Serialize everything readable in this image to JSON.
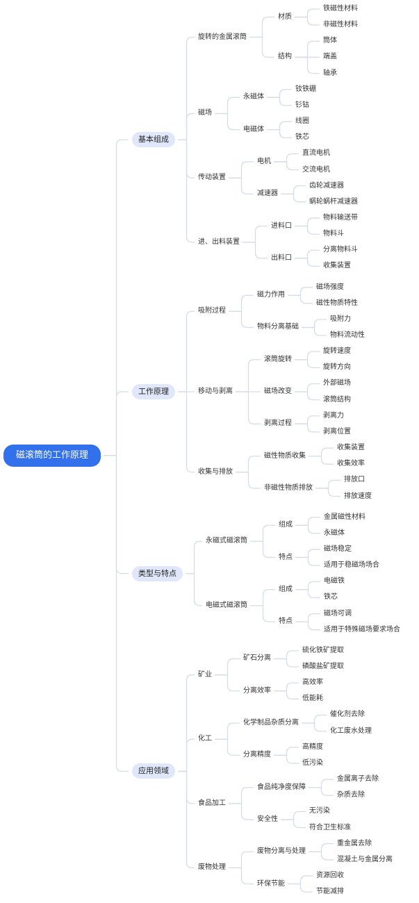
{
  "colors": {
    "root_bg": "#3370eb",
    "branch_bg": "#e0e7fb",
    "line": "#d6dce8"
  },
  "root": {
    "label": "磁滚筒的工作原理",
    "children": [
      {
        "label": "基本组成",
        "children": [
          {
            "label": "旋转的金属滚筒",
            "children": [
              {
                "label": "材质",
                "children": [
                  {
                    "label": "铁磁性材料"
                  },
                  {
                    "label": "非磁性材料"
                  }
                ]
              },
              {
                "label": "结构",
                "children": [
                  {
                    "label": "筒体"
                  },
                  {
                    "label": "端盖"
                  },
                  {
                    "label": "轴承"
                  }
                ]
              }
            ]
          },
          {
            "label": "磁场",
            "children": [
              {
                "label": "永磁体",
                "children": [
                  {
                    "label": "钕铁硼"
                  },
                  {
                    "label": "钐钴"
                  }
                ]
              },
              {
                "label": "电磁体",
                "children": [
                  {
                    "label": "线圈"
                  },
                  {
                    "label": "铁芯"
                  }
                ]
              }
            ]
          },
          {
            "label": "传动装置",
            "children": [
              {
                "label": "电机",
                "children": [
                  {
                    "label": "直流电机"
                  },
                  {
                    "label": "交流电机"
                  }
                ]
              },
              {
                "label": "减速器",
                "children": [
                  {
                    "label": "齿轮减速器"
                  },
                  {
                    "label": "蜗轮蜗杆减速器"
                  }
                ]
              }
            ]
          },
          {
            "label": "进、出料装置",
            "children": [
              {
                "label": "进料口",
                "children": [
                  {
                    "label": "物料输送带"
                  },
                  {
                    "label": "物料斗"
                  }
                ]
              },
              {
                "label": "出料口",
                "children": [
                  {
                    "label": "分离物料斗"
                  },
                  {
                    "label": "收集装置"
                  }
                ]
              }
            ]
          }
        ]
      },
      {
        "label": "工作原理",
        "children": [
          {
            "label": "吸附过程",
            "children": [
              {
                "label": "磁力作用",
                "children": [
                  {
                    "label": "磁场强度"
                  },
                  {
                    "label": "磁性物质特性"
                  }
                ]
              },
              {
                "label": "物料分离基础",
                "children": [
                  {
                    "label": "吸附力"
                  },
                  {
                    "label": "物料流动性"
                  }
                ]
              }
            ]
          },
          {
            "label": "移动与剥离",
            "children": [
              {
                "label": "滚筒旋转",
                "children": [
                  {
                    "label": "旋转速度"
                  },
                  {
                    "label": "旋转方向"
                  }
                ]
              },
              {
                "label": "磁场改变",
                "children": [
                  {
                    "label": "外部磁场"
                  },
                  {
                    "label": "滚筒结构"
                  }
                ]
              },
              {
                "label": "剥离过程",
                "children": [
                  {
                    "label": "剥离力"
                  },
                  {
                    "label": "剥离位置"
                  }
                ]
              }
            ]
          },
          {
            "label": "收集与排放",
            "children": [
              {
                "label": "磁性物质收集",
                "children": [
                  {
                    "label": "收集装置"
                  },
                  {
                    "label": "收集效率"
                  }
                ]
              },
              {
                "label": "非磁性物质排放",
                "children": [
                  {
                    "label": "排放口"
                  },
                  {
                    "label": "排放速度"
                  }
                ]
              }
            ]
          }
        ]
      },
      {
        "label": "类型与特点",
        "children": [
          {
            "label": "永磁式磁滚筒",
            "children": [
              {
                "label": "组成",
                "children": [
                  {
                    "label": "金属磁性材料"
                  },
                  {
                    "label": "永磁体"
                  }
                ]
              },
              {
                "label": "特点",
                "children": [
                  {
                    "label": "磁场稳定"
                  },
                  {
                    "label": "适用于稳磁场场合"
                  }
                ]
              }
            ]
          },
          {
            "label": "电磁式磁滚筒",
            "children": [
              {
                "label": "组成",
                "children": [
                  {
                    "label": "电磁铁"
                  },
                  {
                    "label": "铁芯"
                  }
                ]
              },
              {
                "label": "特点",
                "children": [
                  {
                    "label": "磁场可调"
                  },
                  {
                    "label": "适用于特殊磁场要求场合"
                  }
                ]
              }
            ]
          }
        ]
      },
      {
        "label": "应用领域",
        "children": [
          {
            "label": "矿业",
            "children": [
              {
                "label": "矿石分离",
                "children": [
                  {
                    "label": "硫化铁矿提取"
                  },
                  {
                    "label": "磷酸盐矿提取"
                  }
                ]
              },
              {
                "label": "分离效率",
                "children": [
                  {
                    "label": "高效率"
                  },
                  {
                    "label": "低能耗"
                  }
                ]
              }
            ]
          },
          {
            "label": "化工",
            "children": [
              {
                "label": "化学制品杂质分离",
                "children": [
                  {
                    "label": "催化剂去除"
                  },
                  {
                    "label": "化工废水处理"
                  }
                ]
              },
              {
                "label": "分离精度",
                "children": [
                  {
                    "label": "高精度"
                  },
                  {
                    "label": "低污染"
                  }
                ]
              }
            ]
          },
          {
            "label": "食品加工",
            "children": [
              {
                "label": "食品纯净度保障",
                "children": [
                  {
                    "label": "金属离子去除"
                  },
                  {
                    "label": "杂质去除"
                  }
                ]
              },
              {
                "label": "安全性",
                "children": [
                  {
                    "label": "无污染"
                  },
                  {
                    "label": "符合卫生标准"
                  }
                ]
              }
            ]
          },
          {
            "label": "废物处理",
            "children": [
              {
                "label": "废物分离与处理",
                "children": [
                  {
                    "label": "重金属去除"
                  },
                  {
                    "label": "混凝土与金属分离"
                  }
                ]
              },
              {
                "label": "环保节能",
                "children": [
                  {
                    "label": "资源回收"
                  },
                  {
                    "label": "节能减排"
                  }
                ]
              }
            ]
          }
        ]
      }
    ]
  }
}
